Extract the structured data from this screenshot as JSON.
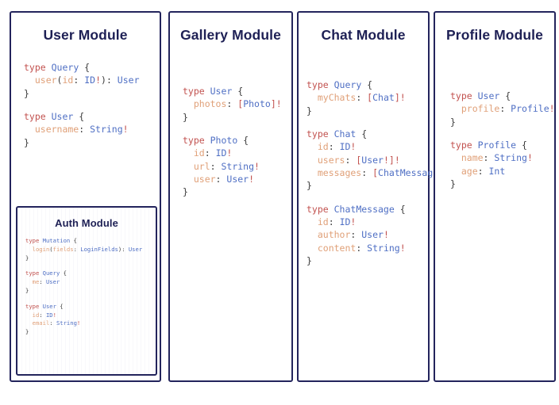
{
  "page": {
    "background": "#ffffff",
    "accent_navy": "#23245c",
    "title_color": "#1e2055",
    "token_keyword_color": "#c2524f",
    "token_type_color": "#4f6fc4",
    "token_field_color": "#e0a078",
    "token_punct_color": "#3b3b3b"
  },
  "modules": {
    "user": {
      "title": "User Module",
      "blocks": [
        {
          "lines": [
            [
              {
                "t": "type ",
                "c": "k"
              },
              {
                "t": "Query",
                "c": "t"
              },
              {
                "t": " {",
                "c": "p"
              }
            ],
            [
              {
                "t": "  user",
                "c": "f"
              },
              {
                "t": "(",
                "c": "p"
              },
              {
                "t": "id",
                "c": "f"
              },
              {
                "t": ": ",
                "c": "p"
              },
              {
                "t": "ID",
                "c": "t"
              },
              {
                "t": "!",
                "c": "b"
              },
              {
                "t": ")",
                "c": "p"
              },
              {
                "t": ": ",
                "c": "p"
              },
              {
                "t": "User",
                "c": "t"
              }
            ],
            [
              {
                "t": "}",
                "c": "p"
              }
            ]
          ]
        },
        {
          "lines": [
            [
              {
                "t": "type ",
                "c": "k"
              },
              {
                "t": "User",
                "c": "t"
              },
              {
                "t": " {",
                "c": "p"
              }
            ],
            [
              {
                "t": "  username",
                "c": "f"
              },
              {
                "t": ": ",
                "c": "p"
              },
              {
                "t": "String",
                "c": "t"
              },
              {
                "t": "!",
                "c": "b"
              }
            ],
            [
              {
                "t": "}",
                "c": "p"
              }
            ]
          ]
        }
      ]
    },
    "auth": {
      "title": "Auth Module",
      "blocks": [
        {
          "lines": [
            [
              {
                "t": "type ",
                "c": "k"
              },
              {
                "t": "Mutation",
                "c": "t"
              },
              {
                "t": " {",
                "c": "p"
              }
            ],
            [
              {
                "t": "  login",
                "c": "f"
              },
              {
                "t": "(",
                "c": "p"
              },
              {
                "t": "fields",
                "c": "f"
              },
              {
                "t": ": ",
                "c": "p"
              },
              {
                "t": "LoginFields",
                "c": "t"
              },
              {
                "t": ")",
                "c": "p"
              },
              {
                "t": ": ",
                "c": "p"
              },
              {
                "t": "User",
                "c": "t"
              }
            ],
            [
              {
                "t": "}",
                "c": "p"
              }
            ]
          ]
        },
        {
          "lines": [
            [
              {
                "t": "type ",
                "c": "k"
              },
              {
                "t": "Query",
                "c": "t"
              },
              {
                "t": " {",
                "c": "p"
              }
            ],
            [
              {
                "t": "  me",
                "c": "f"
              },
              {
                "t": ": ",
                "c": "p"
              },
              {
                "t": "User",
                "c": "t"
              }
            ],
            [
              {
                "t": "}",
                "c": "p"
              }
            ]
          ]
        },
        {
          "lines": [
            [
              {
                "t": "type ",
                "c": "k"
              },
              {
                "t": "User",
                "c": "t"
              },
              {
                "t": " {",
                "c": "p"
              }
            ],
            [
              {
                "t": "  id",
                "c": "f"
              },
              {
                "t": ": ",
                "c": "p"
              },
              {
                "t": "ID",
                "c": "t"
              },
              {
                "t": "!",
                "c": "b"
              }
            ],
            [
              {
                "t": "  email",
                "c": "f"
              },
              {
                "t": ": ",
                "c": "p"
              },
              {
                "t": "String",
                "c": "t"
              },
              {
                "t": "!",
                "c": "b"
              }
            ],
            [
              {
                "t": "}",
                "c": "p"
              }
            ]
          ]
        }
      ]
    },
    "gallery": {
      "title": "Gallery Module",
      "blocks": [
        {
          "lines": [
            [
              {
                "t": "type ",
                "c": "k"
              },
              {
                "t": "User",
                "c": "t"
              },
              {
                "t": " {",
                "c": "p"
              }
            ],
            [
              {
                "t": "  photos",
                "c": "f"
              },
              {
                "t": ": ",
                "c": "p"
              },
              {
                "t": "[",
                "c": "b"
              },
              {
                "t": "Photo",
                "c": "t"
              },
              {
                "t": "]",
                "c": "b"
              },
              {
                "t": "!",
                "c": "b"
              }
            ],
            [
              {
                "t": "}",
                "c": "p"
              }
            ]
          ]
        },
        {
          "lines": [
            [
              {
                "t": "type ",
                "c": "k"
              },
              {
                "t": "Photo",
                "c": "t"
              },
              {
                "t": " {",
                "c": "p"
              }
            ],
            [
              {
                "t": "  id",
                "c": "f"
              },
              {
                "t": ": ",
                "c": "p"
              },
              {
                "t": "ID",
                "c": "t"
              },
              {
                "t": "!",
                "c": "b"
              }
            ],
            [
              {
                "t": "  url",
                "c": "f"
              },
              {
                "t": ": ",
                "c": "p"
              },
              {
                "t": "String",
                "c": "t"
              },
              {
                "t": "!",
                "c": "b"
              }
            ],
            [
              {
                "t": "  user",
                "c": "f"
              },
              {
                "t": ": ",
                "c": "p"
              },
              {
                "t": "User",
                "c": "t"
              },
              {
                "t": "!",
                "c": "b"
              }
            ],
            [
              {
                "t": "}",
                "c": "p"
              }
            ]
          ]
        }
      ]
    },
    "chat": {
      "title": "Chat Module",
      "blocks": [
        {
          "lines": [
            [
              {
                "t": "type ",
                "c": "k"
              },
              {
                "t": "Query",
                "c": "t"
              },
              {
                "t": " {",
                "c": "p"
              }
            ],
            [
              {
                "t": "  myChats",
                "c": "f"
              },
              {
                "t": ": ",
                "c": "p"
              },
              {
                "t": "[",
                "c": "b"
              },
              {
                "t": "Chat",
                "c": "t"
              },
              {
                "t": "]",
                "c": "b"
              },
              {
                "t": "!",
                "c": "b"
              }
            ],
            [
              {
                "t": "}",
                "c": "p"
              }
            ]
          ]
        },
        {
          "lines": [
            [
              {
                "t": "type ",
                "c": "k"
              },
              {
                "t": "Chat",
                "c": "t"
              },
              {
                "t": " {",
                "c": "p"
              }
            ],
            [
              {
                "t": "  id",
                "c": "f"
              },
              {
                "t": ": ",
                "c": "p"
              },
              {
                "t": "ID",
                "c": "t"
              },
              {
                "t": "!",
                "c": "b"
              }
            ],
            [
              {
                "t": "  users",
                "c": "f"
              },
              {
                "t": ": ",
                "c": "p"
              },
              {
                "t": "[",
                "c": "b"
              },
              {
                "t": "User",
                "c": "t"
              },
              {
                "t": "!",
                "c": "b"
              },
              {
                "t": "]",
                "c": "b"
              },
              {
                "t": "!",
                "c": "b"
              }
            ],
            [
              {
                "t": "  messages",
                "c": "f"
              },
              {
                "t": ": ",
                "c": "p"
              },
              {
                "t": "[",
                "c": "b"
              },
              {
                "t": "ChatMessage",
                "c": "t"
              },
              {
                "t": "]",
                "c": "b"
              },
              {
                "t": "!",
                "c": "b"
              }
            ],
            [
              {
                "t": "}",
                "c": "p"
              }
            ]
          ]
        },
        {
          "lines": [
            [
              {
                "t": "type ",
                "c": "k"
              },
              {
                "t": "ChatMessage",
                "c": "t"
              },
              {
                "t": " {",
                "c": "p"
              }
            ],
            [
              {
                "t": "  id",
                "c": "f"
              },
              {
                "t": ": ",
                "c": "p"
              },
              {
                "t": "ID",
                "c": "t"
              },
              {
                "t": "!",
                "c": "b"
              }
            ],
            [
              {
                "t": "  author",
                "c": "f"
              },
              {
                "t": ": ",
                "c": "p"
              },
              {
                "t": "User",
                "c": "t"
              },
              {
                "t": "!",
                "c": "b"
              }
            ],
            [
              {
                "t": "  content",
                "c": "f"
              },
              {
                "t": ": ",
                "c": "p"
              },
              {
                "t": "String",
                "c": "t"
              },
              {
                "t": "!",
                "c": "b"
              }
            ],
            [
              {
                "t": "}",
                "c": "p"
              }
            ]
          ]
        }
      ]
    },
    "profile": {
      "title": "Profile Module",
      "blocks": [
        {
          "lines": [
            [
              {
                "t": "type ",
                "c": "k"
              },
              {
                "t": "User",
                "c": "t"
              },
              {
                "t": " {",
                "c": "p"
              }
            ],
            [
              {
                "t": "  profile",
                "c": "f"
              },
              {
                "t": ": ",
                "c": "p"
              },
              {
                "t": "Profile",
                "c": "t"
              },
              {
                "t": "!",
                "c": "b"
              }
            ],
            [
              {
                "t": "}",
                "c": "p"
              }
            ]
          ]
        },
        {
          "lines": [
            [
              {
                "t": "type ",
                "c": "k"
              },
              {
                "t": "Profile",
                "c": "t"
              },
              {
                "t": " {",
                "c": "p"
              }
            ],
            [
              {
                "t": "  name",
                "c": "f"
              },
              {
                "t": ": ",
                "c": "p"
              },
              {
                "t": "String",
                "c": "t"
              },
              {
                "t": "!",
                "c": "b"
              }
            ],
            [
              {
                "t": "  age",
                "c": "f"
              },
              {
                "t": ": ",
                "c": "p"
              },
              {
                "t": "Int",
                "c": "t"
              }
            ],
            [
              {
                "t": "}",
                "c": "p"
              }
            ]
          ]
        }
      ]
    }
  }
}
